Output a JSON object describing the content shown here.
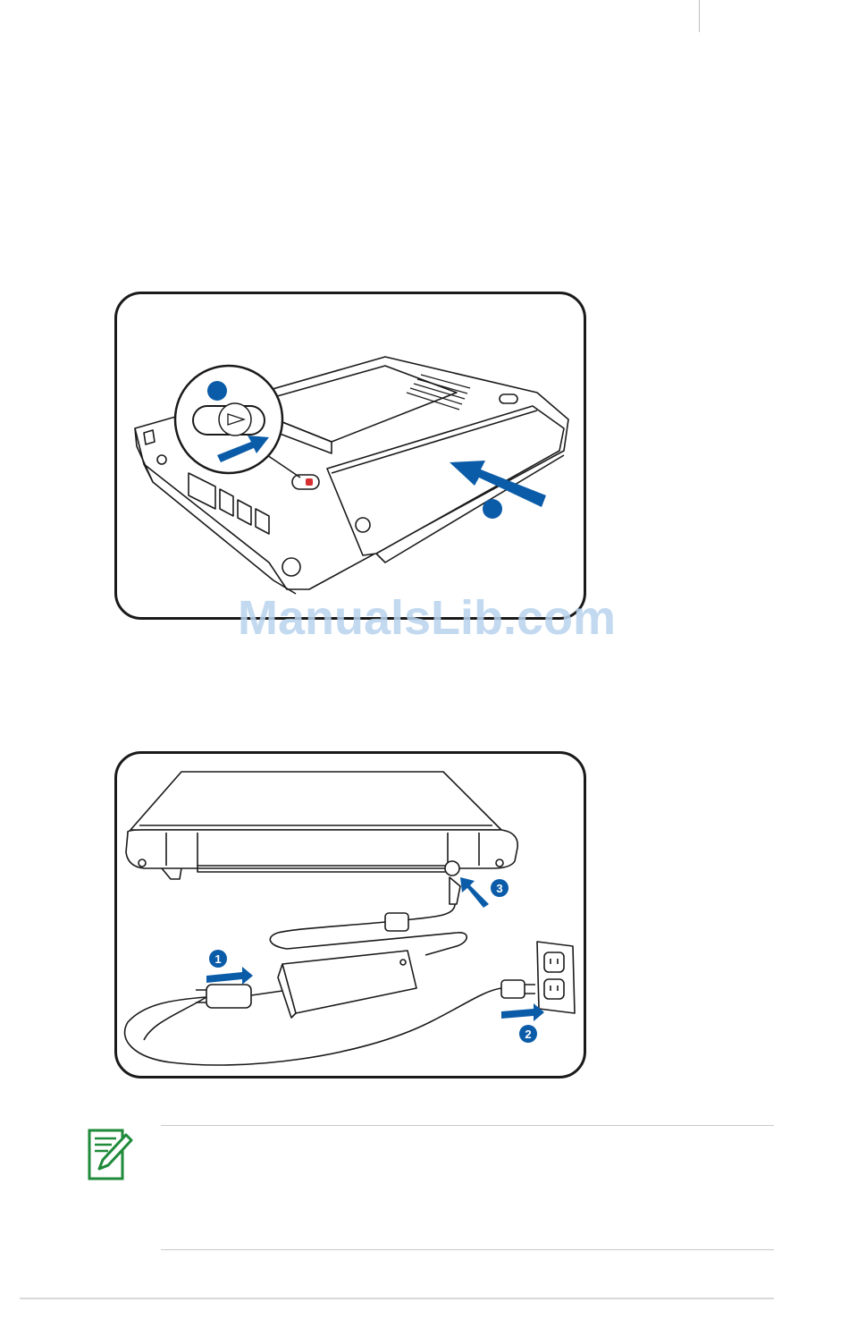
{
  "watermark": {
    "text": "ManualsLib.com"
  },
  "figure2": {
    "steps": [
      "1",
      "2",
      "3"
    ]
  },
  "colors": {
    "accent": "#0b5ca8",
    "outline": "#1a1a1a",
    "watermark": "#b8d3ee",
    "note_icon": "#1f8a3a"
  },
  "icons": {
    "note": "note-pencil-icon"
  }
}
